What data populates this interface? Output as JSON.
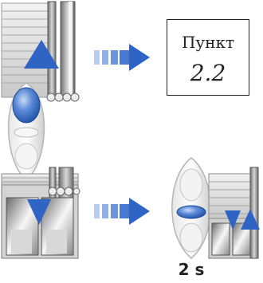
{
  "note": {
    "title": "Пункт",
    "number": "2.2"
  },
  "hold_duration": "2 s",
  "colors": {
    "arrow_blue": "#2f63c4",
    "button_blue": "#3d73c9"
  },
  "icons": [
    "shutter-icon",
    "remote-control-icon",
    "blue-arrow-right-icon",
    "up-arrow-icon",
    "down-arrow-icon"
  ]
}
